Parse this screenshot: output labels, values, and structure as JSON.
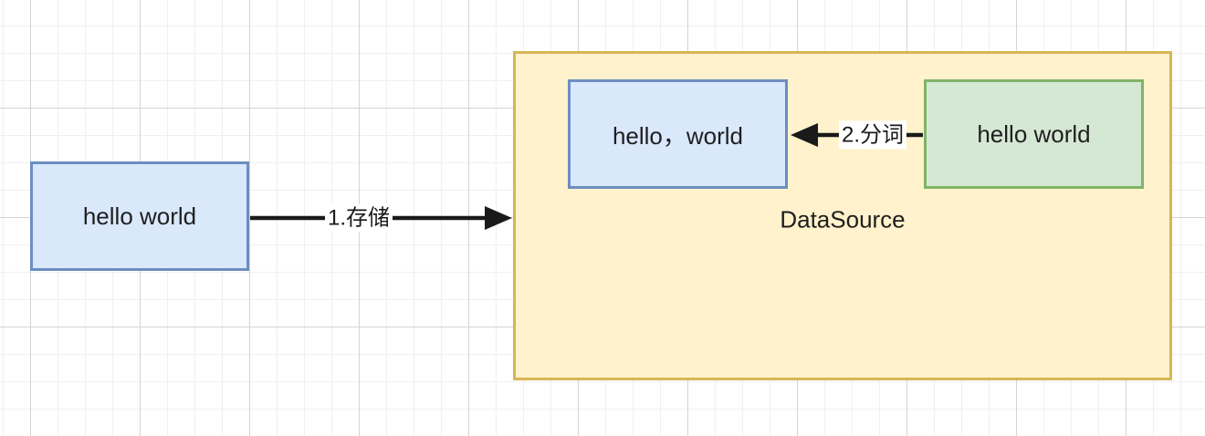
{
  "canvas": {
    "background_color": "#ffffff",
    "grid_minor_color": "#f0f0f0",
    "grid_major_color": "#d4d4d4"
  },
  "nodes": {
    "source": {
      "label": "hello world",
      "fill": "#dae8fc",
      "border": "#6c8ebf"
    },
    "segmented": {
      "label": "hello，world",
      "fill": "#dae8fc",
      "border": "#6c8ebf"
    },
    "raw": {
      "label": "hello world",
      "fill": "#d5e8d4",
      "border": "#82b366"
    },
    "datasource": {
      "label": "DataSource",
      "fill": "#fff2cc",
      "border": "#d6b656"
    }
  },
  "edges": {
    "store": {
      "label": "1.存储",
      "from": "source",
      "to": "datasource",
      "color": "#1a1a1a"
    },
    "segment": {
      "label": "2.分词",
      "from": "raw",
      "to": "segmented",
      "color": "#1a1a1a"
    }
  }
}
